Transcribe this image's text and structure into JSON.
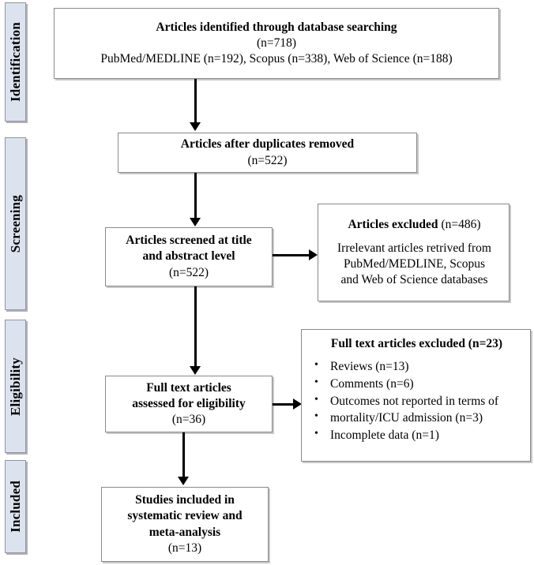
{
  "diagram": {
    "title": "PRISMA flow diagram",
    "type": "prisma-flowchart",
    "accent_color": "#dce3ef",
    "border_color": "#8a8a8a",
    "line_color": "#000000"
  },
  "stages": [
    {
      "label": "Identification"
    },
    {
      "label": "Screening"
    },
    {
      "label": "Eligibility"
    },
    {
      "label": "Included"
    }
  ],
  "boxes": {
    "identified": {
      "line1": "Articles identified through database searching",
      "line2": "(n=718)",
      "line3": "PubMed/MEDLINE (n=192), Scopus (n=338), Web of Science (n=188)"
    },
    "after_duplicates": {
      "line1": "Articles after duplicates removed",
      "line2": "(n=522)"
    },
    "screened": {
      "line1": "Articles screened at title",
      "line2": "and abstract level",
      "line3": "(n=522)"
    },
    "excluded_screening": {
      "head_bold": "Articles excluded",
      "head_rest": " (n=486)",
      "line1": "Irrelevant articles retrived from",
      "line2": "PubMed/MEDLINE, Scopus",
      "line3": "and Web of Science databases"
    },
    "fulltext_assessed": {
      "line1": "Full text articles",
      "line2": "assessed for eligibility",
      "line3": "(n=36)"
    },
    "excluded_fulltext": {
      "head": "Full text articles excluded (n=23)",
      "bullets": [
        "Reviews (n=13)",
        "Comments (n=6)",
        "Outcomes not reported in terms of",
        "mortality/ICU admission (n=3)",
        "Incomplete data (n=1)"
      ]
    },
    "included": {
      "line1": "Studies included in",
      "line2": "systematic review and",
      "line3": "meta-analysis",
      "line4": "(n=13)"
    }
  },
  "chart_data": {
    "type": "diagram",
    "title": "PRISMA flow diagram",
    "nodes": [
      {
        "id": "identified",
        "stage": "Identification",
        "n": 718,
        "sources": [
          {
            "name": "PubMed/MEDLINE",
            "n": 192
          },
          {
            "name": "Scopus",
            "n": 338
          },
          {
            "name": "Web of Science",
            "n": 188
          }
        ]
      },
      {
        "id": "after_duplicates",
        "stage": "Identification",
        "n": 522
      },
      {
        "id": "screened",
        "stage": "Screening",
        "n": 522
      },
      {
        "id": "excluded_screening",
        "stage": "Screening",
        "n": 486
      },
      {
        "id": "fulltext_assessed",
        "stage": "Eligibility",
        "n": 36
      },
      {
        "id": "excluded_fulltext",
        "stage": "Eligibility",
        "n": 23,
        "reasons": [
          {
            "reason": "Reviews",
            "n": 13
          },
          {
            "reason": "Comments",
            "n": 6
          },
          {
            "reason": "Outcomes not reported in terms of mortality/ICU admission",
            "n": 3
          },
          {
            "reason": "Incomplete data",
            "n": 1
          }
        ]
      },
      {
        "id": "included",
        "stage": "Included",
        "n": 13
      }
    ],
    "edges": [
      {
        "from": "identified",
        "to": "after_duplicates"
      },
      {
        "from": "after_duplicates",
        "to": "screened"
      },
      {
        "from": "screened",
        "to": "excluded_screening"
      },
      {
        "from": "screened",
        "to": "fulltext_assessed"
      },
      {
        "from": "fulltext_assessed",
        "to": "excluded_fulltext"
      },
      {
        "from": "fulltext_assessed",
        "to": "included"
      }
    ]
  }
}
